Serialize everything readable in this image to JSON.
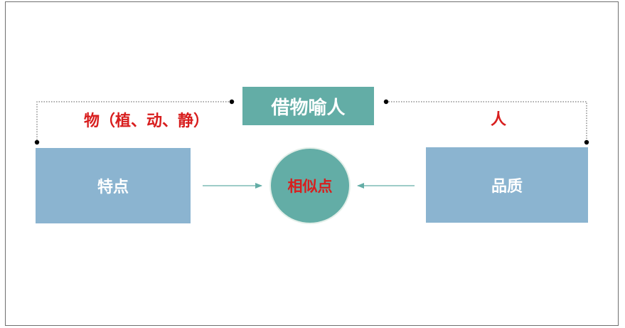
{
  "diagram": {
    "title": "借物喻人",
    "left_label": "物（植、动、静）",
    "right_label": "人",
    "left_box": "特点",
    "right_box": "品质",
    "center": "相似点"
  },
  "colors": {
    "title_fill": "#63ada6",
    "box_fill": "#8bb4d0",
    "circle_fill": "#63ada6",
    "label_red": "#d81e1e",
    "arrow": "#63ada6"
  }
}
